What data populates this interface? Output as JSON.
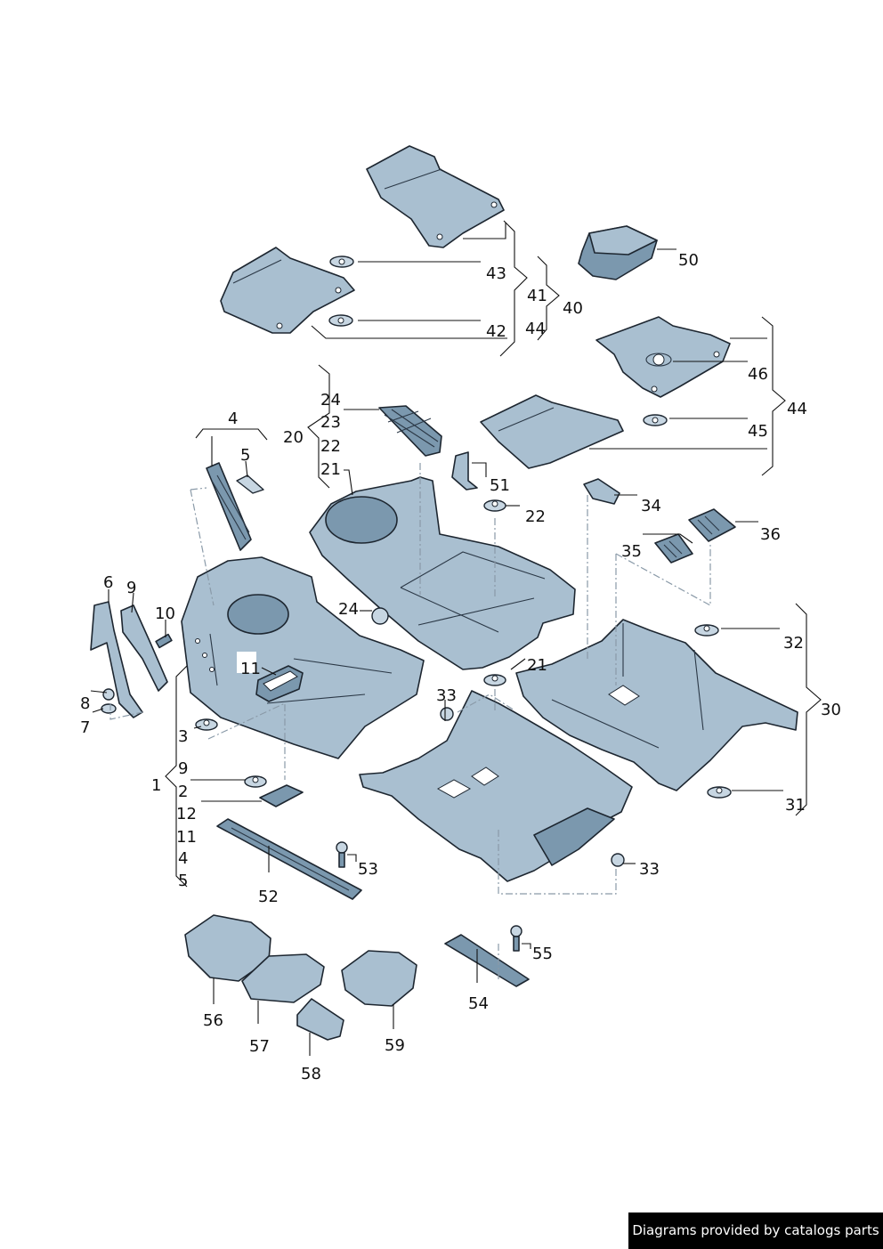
{
  "diagram": {
    "labels": {
      "l1": "1",
      "l2": "2",
      "l3": "3",
      "l4": "4",
      "l4b": "4",
      "l5": "5",
      "l5b": "5",
      "l6": "6",
      "l7": "7",
      "l8": "8",
      "l9": "9",
      "l9b": "9",
      "l10": "10",
      "l11": "11",
      "l11b": "11",
      "l12": "12",
      "l20": "20",
      "l21": "21",
      "l21b": "21",
      "l22": "22",
      "l22b": "22",
      "l23": "23",
      "l24": "24",
      "l24b": "24",
      "l30": "30",
      "l31": "31",
      "l32": "32",
      "l33": "33",
      "l33b": "33",
      "l34": "34",
      "l35": "35",
      "l36": "36",
      "l40": "40",
      "l41": "41",
      "l42": "42",
      "l43": "43",
      "l44": "44",
      "l44b": "44",
      "l45": "45",
      "l46": "46",
      "l50": "50",
      "l51": "51",
      "l52": "52",
      "l53": "53",
      "l54": "54",
      "l55": "55",
      "l56": "56",
      "l57": "57",
      "l58": "58",
      "l59": "59"
    }
  },
  "footer": {
    "text": "Diagrams provided by catalogs parts"
  },
  "colors": {
    "part_fill": "#a9bfd0",
    "part_shadow": "#7b98ae",
    "outline": "#1d2630",
    "footer_bg": "#000000"
  }
}
